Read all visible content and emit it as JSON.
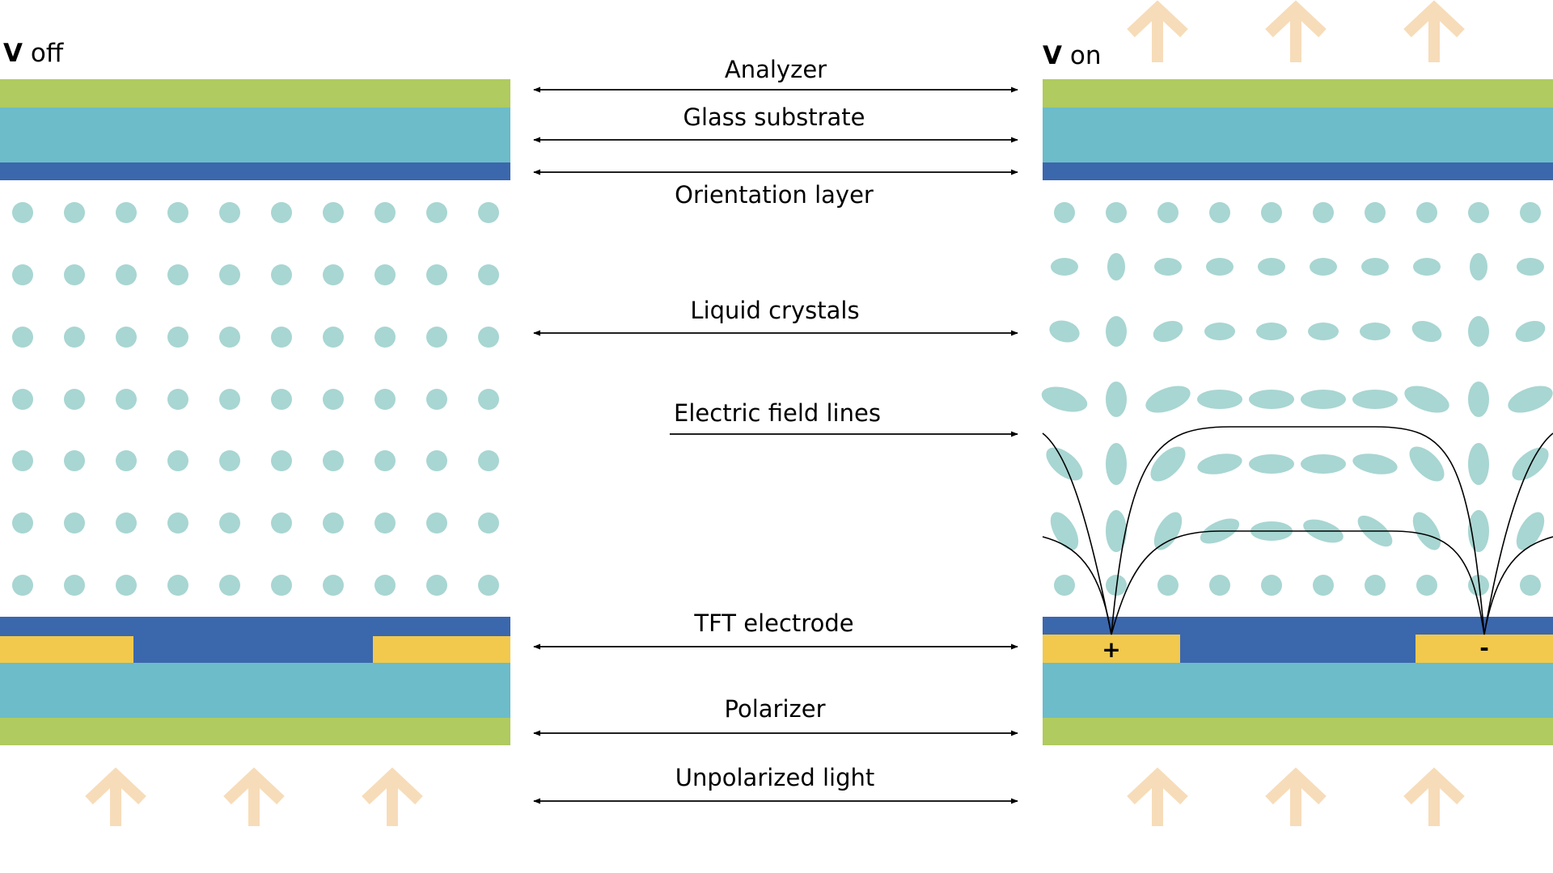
{
  "panels": {
    "off": {
      "symbol": "V",
      "state": "off"
    },
    "on": {
      "symbol": "V",
      "state": "on"
    }
  },
  "labels": {
    "analyzer": "Analyzer",
    "glass_substrate": "Glass substrate",
    "orientation_layer": "Orientation layer",
    "liquid_crystals": "Liquid crystals",
    "electric_field_lines": "Electric field lines",
    "tft_electrode": "TFT electrode",
    "polarizer": "Polarizer",
    "unpolarized_light": "Unpolarized light"
  },
  "electrodes": {
    "positive": "+",
    "negative": "-"
  },
  "colors": {
    "polarizer_green": "#b0cb5f",
    "glass_cyan": "#6cbcc9",
    "orientation_blue": "#3b67ad",
    "electrode_yellow": "#f2c94c",
    "crystal": "#a8d6d2",
    "light_arrow": "#f7dcb9",
    "line": "#000000"
  },
  "icons": {
    "light_arrow": "up-arrow-icon",
    "label_arrow": "double-arrow-icon"
  }
}
